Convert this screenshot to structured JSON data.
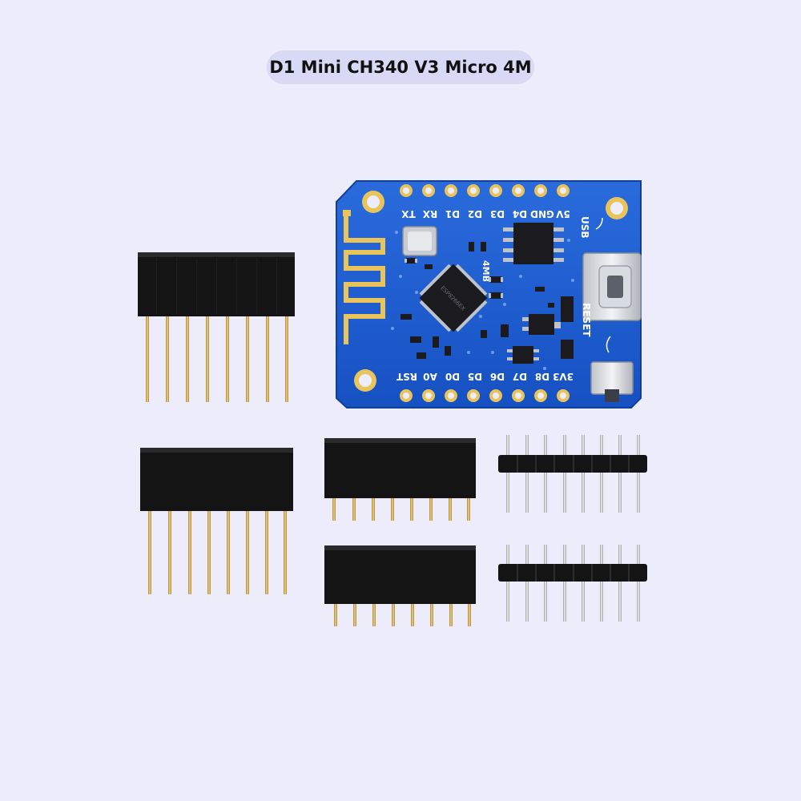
{
  "title": "D1 Mini CH340 V3 Micro 4M",
  "board": {
    "top_pins": [
      "5V",
      "GND",
      "D4",
      "D3",
      "D2",
      "D1",
      "RX",
      "TX"
    ],
    "bottom_pins": [
      "3V3",
      "D8",
      "D7",
      "D6",
      "D5",
      "D0",
      "A0",
      "RST"
    ],
    "usb_label": "USB",
    "reset_label": "RESET",
    "flash_label": "4MB",
    "chip_label": "ESP8266EX"
  },
  "colors": {
    "background": "#ececfa",
    "pcb": "#1e5fcf",
    "header": "#141414",
    "pin_gold": "#c9a24a",
    "pin_silver": "#c8c8c8"
  }
}
